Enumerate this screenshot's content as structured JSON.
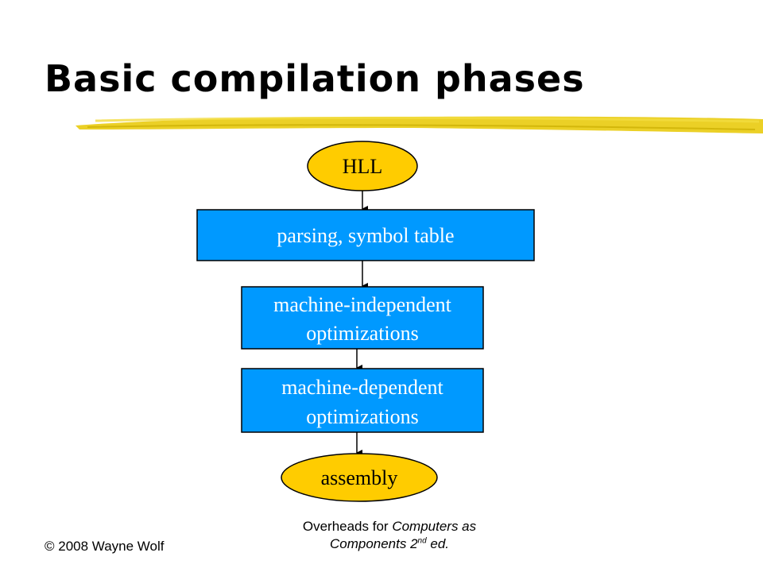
{
  "title": "Basic compilation phases",
  "colors": {
    "oval_fill": "#FFCC00",
    "box_fill": "#0099FF",
    "highlight": "#E8C800"
  },
  "diagram": {
    "start": "HLL",
    "phase1": "parsing, symbol table",
    "phase2_line1": "machine-independent",
    "phase2_line2": "optimizations",
    "phase3_line1": "machine-dependent",
    "phase3_line2": "optimizations",
    "end": "assembly"
  },
  "footer": {
    "copyright": "© 2008 Wayne Wolf",
    "line1_prefix": "Overheads for ",
    "line1_italic": "Computers as",
    "line2_text": "Components 2",
    "line2_sup": "nd",
    "line2_end": " ed."
  }
}
